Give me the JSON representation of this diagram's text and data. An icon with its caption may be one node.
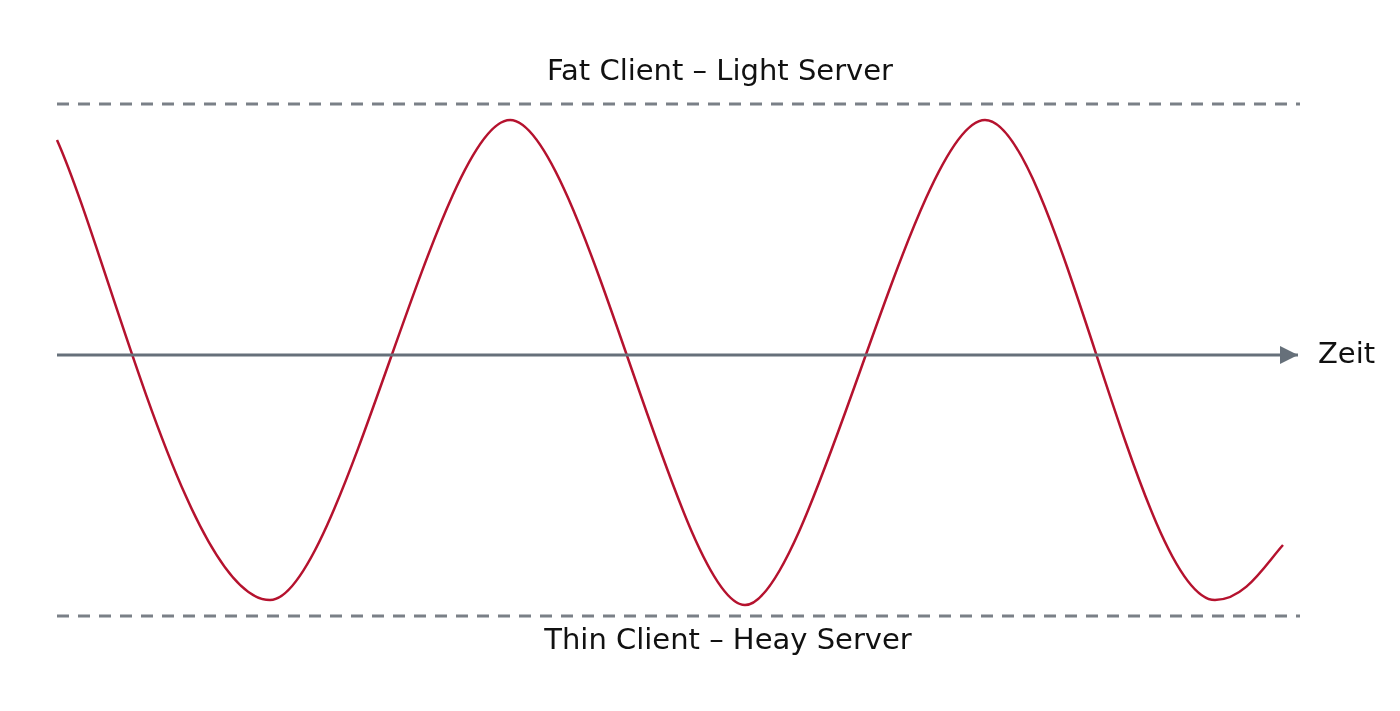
{
  "diagram": {
    "labels": [
      "Fat Client – Light Server",
      "Zeit",
      "Thin Client – Heay Server"
    ]
  }
}
